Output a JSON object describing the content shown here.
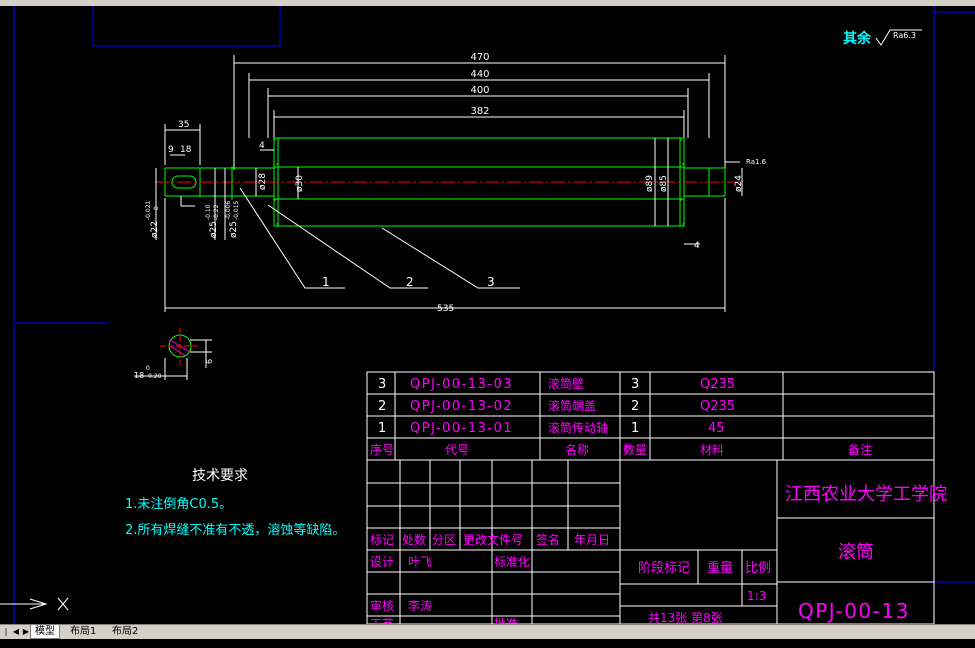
{
  "tabs": [
    {
      "label": "模型",
      "active": true
    },
    {
      "label": "布局1",
      "active": false
    },
    {
      "label": "布局2",
      "active": false
    }
  ],
  "drawing": {
    "surface_note": "其余",
    "surface_note_ra": "Ra6.3",
    "right_ra": "Ra1.6",
    "dims": {
      "d470": "470",
      "d440": "440",
      "d400": "400",
      "d382": "382",
      "d35": "35",
      "d9": "9",
      "d18": "18",
      "d4a": "4",
      "d4b": "4",
      "d535": "535",
      "dia28": "ø28",
      "dia30": "ø30",
      "dia89": "ø89",
      "dia85": "ø85",
      "dia24": "ø24",
      "dia22": "ø22",
      "tol22": "-0.021",
      "tol22b": "0",
      "dia25a": "ø25",
      "tol25a1": "-0.10",
      "tol25a2": "-0.22",
      "dia25b": "ø25",
      "tol25b1": "-0.006",
      "tol25b2": "-0.015",
      "sec_w": "18",
      "sec_tol1": "0",
      "sec_tol2": "-0.20",
      "sec_h": "6"
    },
    "balloons": [
      "1",
      "2",
      "3"
    ]
  },
  "tech": {
    "title": "技术要求",
    "line1": "1.未注倒角C0.5。",
    "line2": "2.所有焊缝不准有不透，溶蚀等缺陷。"
  },
  "bom": [
    {
      "no": "3",
      "code": "QPJ-00-13-03",
      "name": "滚筒壁",
      "qty": "3",
      "material": "Q235",
      "note": ""
    },
    {
      "no": "2",
      "code": "QPJ-00-13-02",
      "name": "滚筒端盖",
      "qty": "2",
      "material": "Q235",
      "note": ""
    },
    {
      "no": "1",
      "code": "QPJ-00-13-01",
      "name": "滚筒传动轴",
      "qty": "1",
      "material": "45",
      "note": ""
    }
  ],
  "bom_header": {
    "no": "序号",
    "code": "代号",
    "name": "名称",
    "qty": "数量",
    "material": "材料",
    "note": "备注"
  },
  "title_block": {
    "school": "江西农业大学工学院",
    "part": "滚筒",
    "code": "QPJ-00-13",
    "mark": "标记",
    "count": "处数",
    "zone": "分区",
    "doc": "更改文件号",
    "sign": "签名",
    "date": "年月日",
    "design": "设计",
    "designer": "叶飞",
    "standard": "标准化",
    "review": "审核",
    "reviewer": "李涛",
    "stage": "阶段标记",
    "weight": "重量",
    "scale": "比例",
    "scale_val": "1:3",
    "sheets": "共13张 第8张",
    "craft": "工艺",
    "approve": "批准"
  },
  "colors": {
    "cyan": "#00ffff",
    "green": "#00ff00",
    "white": "#ffffff",
    "magenta": "#ff00ff",
    "blue": "#0000ff",
    "red": "#ff0000",
    "yellow": "#ffff00"
  }
}
